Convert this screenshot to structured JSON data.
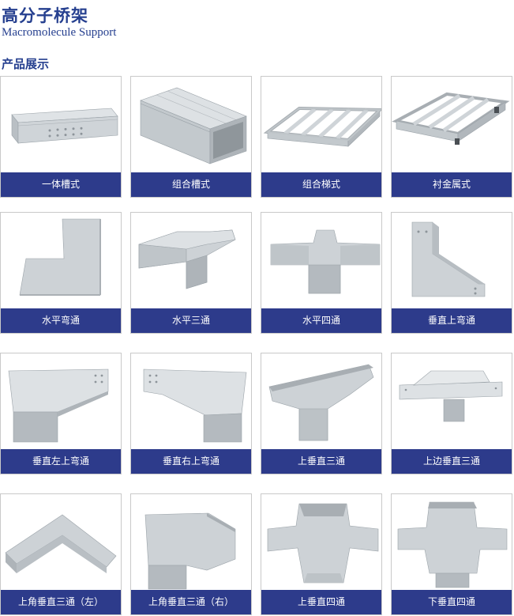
{
  "header": {
    "title_cn": "高分子桥架",
    "title_en": "Macromolecule Support",
    "section_label": "产品展示"
  },
  "products": [
    {
      "label": "一体槽式"
    },
    {
      "label": "组合槽式"
    },
    {
      "label": "组合梯式"
    },
    {
      "label": "衬金属式"
    },
    {
      "label": "水平弯通"
    },
    {
      "label": "水平三通"
    },
    {
      "label": "水平四通"
    },
    {
      "label": "垂直上弯通"
    },
    {
      "label": "垂直左上弯通"
    },
    {
      "label": "垂直右上弯通"
    },
    {
      "label": "上垂直三通"
    },
    {
      "label": "上边垂直三通"
    },
    {
      "label": "上角垂直三通（左）"
    },
    {
      "label": "上角垂直三通（右）"
    },
    {
      "label": "上垂直四通"
    },
    {
      "label": "下垂直四通"
    }
  ],
  "colors": {
    "brand_blue": "#253f8f",
    "caption_bg": "#2d3b8b",
    "product_gray": "#c8cdd1"
  }
}
